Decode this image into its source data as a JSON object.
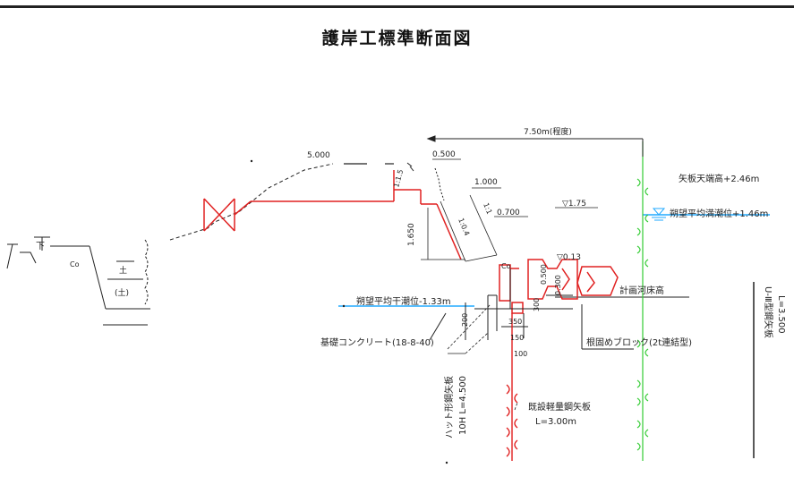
{
  "title": "護岸工標準断面図",
  "labels": {
    "width_750": "7.50m(程度)",
    "dim_5000": "5.000",
    "dim_0500": "0.500",
    "dim_1000": "1.000",
    "dim_0700": "0.700",
    "dim_1650": "1.650",
    "slope_15": "1:1.5",
    "slope_04": "1:0.4",
    "slope_1": "1:1",
    "level_175": "▽1.75",
    "level_013": "▽0.13",
    "dim_0500b": "0.500",
    "dim_0300": "0.300",
    "dim_350": "350",
    "dim_100": "100",
    "dim_150": "150",
    "dim_200": "200",
    "dim_300s": "300",
    "co_left": "Co",
    "co_mid": "Co",
    "earth_top": "土",
    "earth_mid": "(土)",
    "fk": "下",
    "sheet_top": "矢板天端高+2.46m",
    "hwl": "朔望平均満潮位+1.46m",
    "lwl": "朔望平均干潮位-1.33m",
    "riverbed": "計画河床高",
    "sheet_right1": "U-Ⅲ型鋼矢板",
    "sheet_right2": "L=3.500",
    "concrete": "基礎コンクリート(18-8-40)",
    "block": "根固めブロック(2t連結型)",
    "hat1": "ハット形鋼矢板",
    "hat2": "10H  L=4.500",
    "existing1": "既設軽量鋼矢板",
    "existing2": "L=3.00m"
  },
  "colors": {
    "line": "#222222",
    "structure": "#e02020",
    "water": "#22aaff",
    "sheet": "#33cc33"
  }
}
